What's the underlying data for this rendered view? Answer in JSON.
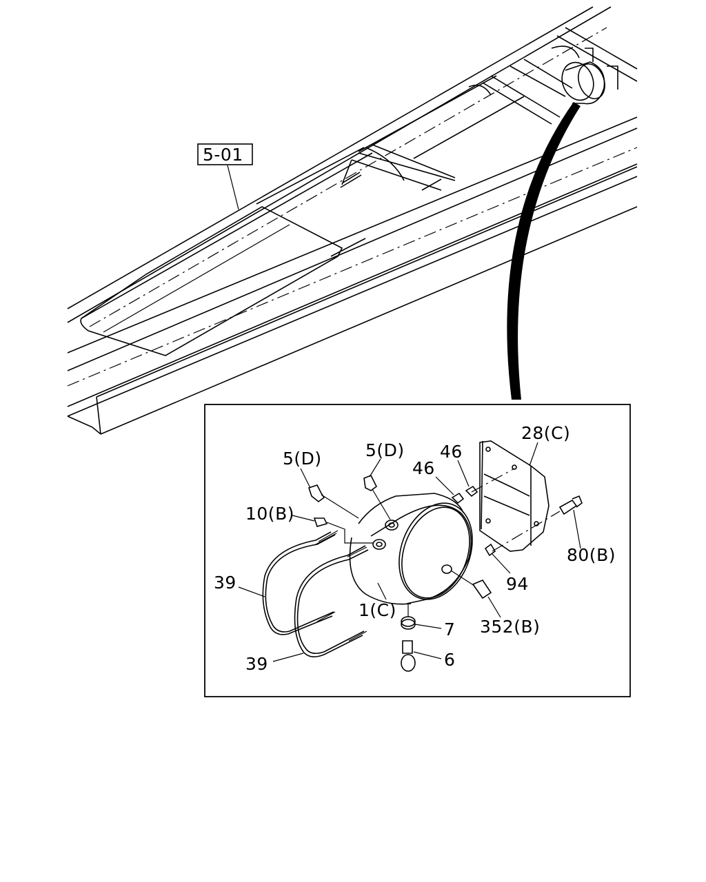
{
  "diagram": {
    "reference_label": "5-01",
    "callouts": {
      "c_28c": "28(C)",
      "c_5d_left": "5(D)",
      "c_5d_top": "5(D)",
      "c_46_a": "46",
      "c_46_b": "46",
      "c_10b": "10(B)",
      "c_80b": "80(B)",
      "c_94": "94",
      "c_39_upper": "39",
      "c_1c": "1(C)",
      "c_352b": "352(B)",
      "c_7": "7",
      "c_6": "6",
      "c_39_lower": "39"
    }
  }
}
